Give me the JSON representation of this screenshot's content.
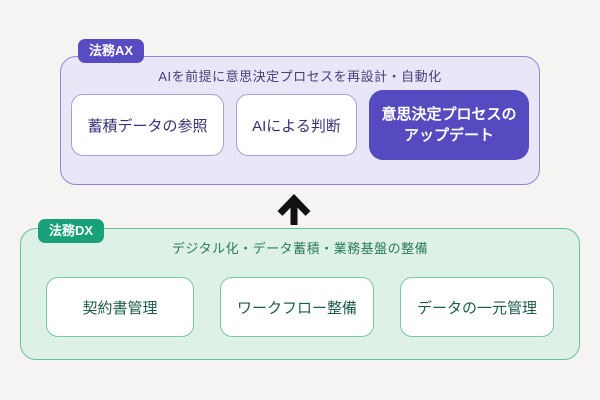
{
  "colors": {
    "page_bg": "#f5f4f2",
    "ax_accent": "#584cc2",
    "ax_filled_box": "#554ac0",
    "ax_section_bg": "#e9e6f8",
    "ax_section_border": "#9186db",
    "ax_box_border": "#a89fe0",
    "ax_box_text": "#37327a",
    "ax_subtitle_text": "#45407c",
    "dx_accent": "#18a178",
    "dx_section_bg": "#def1e7",
    "dx_section_border": "#68c19e",
    "dx_box_border": "#79c7a5",
    "dx_box_text": "#1e5c48",
    "dx_subtitle_text": "#2b7a5b",
    "arrow": "#111111"
  },
  "ax_section": {
    "badge": "法務AX",
    "subtitle": "AIを前提に意思決定プロセスを再設計・自動化",
    "boxes": [
      {
        "label": "蓄積データの参照"
      },
      {
        "label": "AIによる判断"
      },
      {
        "lines": [
          "意思決定プロセスの",
          "アップデート"
        ]
      }
    ]
  },
  "arrow": {
    "direction": "up"
  },
  "dx_section": {
    "badge": "法務DX",
    "subtitle": "デジタル化・データ蓄積・業務基盤の整備",
    "boxes": [
      {
        "label": "契約書管理"
      },
      {
        "label": "ワークフロー整備"
      },
      {
        "label": "データの一元管理"
      }
    ]
  }
}
